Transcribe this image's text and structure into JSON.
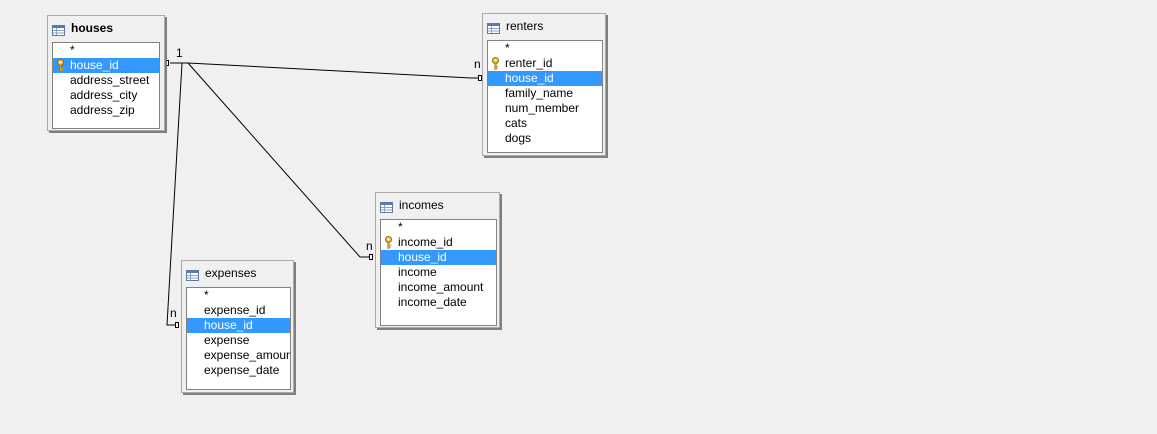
{
  "tables": {
    "houses": {
      "title": "houses",
      "rows": [
        {
          "label": "*",
          "key": false,
          "selected": false
        },
        {
          "label": "house_id",
          "key": true,
          "selected": true
        },
        {
          "label": "address_street",
          "key": false,
          "selected": false
        },
        {
          "label": "address_city",
          "key": false,
          "selected": false
        },
        {
          "label": "address_zip",
          "key": false,
          "selected": false
        }
      ]
    },
    "renters": {
      "title": "renters",
      "rows": [
        {
          "label": "*",
          "key": false,
          "selected": false
        },
        {
          "label": "renter_id",
          "key": true,
          "selected": false
        },
        {
          "label": "house_id",
          "key": false,
          "selected": true
        },
        {
          "label": "family_name",
          "key": false,
          "selected": false
        },
        {
          "label": "num_member",
          "key": false,
          "selected": false
        },
        {
          "label": "cats",
          "key": false,
          "selected": false
        },
        {
          "label": "dogs",
          "key": false,
          "selected": false
        }
      ]
    },
    "incomes": {
      "title": "incomes",
      "rows": [
        {
          "label": "*",
          "key": false,
          "selected": false
        },
        {
          "label": "income_id",
          "key": true,
          "selected": false
        },
        {
          "label": "house_id",
          "key": false,
          "selected": true
        },
        {
          "label": "income",
          "key": false,
          "selected": false
        },
        {
          "label": "income_amount",
          "key": false,
          "selected": false
        },
        {
          "label": "income_date",
          "key": false,
          "selected": false
        }
      ]
    },
    "expenses": {
      "title": "expenses",
      "rows": [
        {
          "label": "*",
          "key": false,
          "selected": false
        },
        {
          "label": "expense_id",
          "key": false,
          "selected": false
        },
        {
          "label": "house_id",
          "key": false,
          "selected": true
        },
        {
          "label": "expense",
          "key": false,
          "selected": false
        },
        {
          "label": "expense_amount",
          "key": false,
          "selected": false
        },
        {
          "label": "expense_date",
          "key": false,
          "selected": false
        }
      ]
    }
  },
  "relationships": {
    "one_label": "1",
    "many_label": "n"
  },
  "colors": {
    "selection": "#3399ff",
    "background": "#f0f0f0",
    "line": "#000000"
  }
}
